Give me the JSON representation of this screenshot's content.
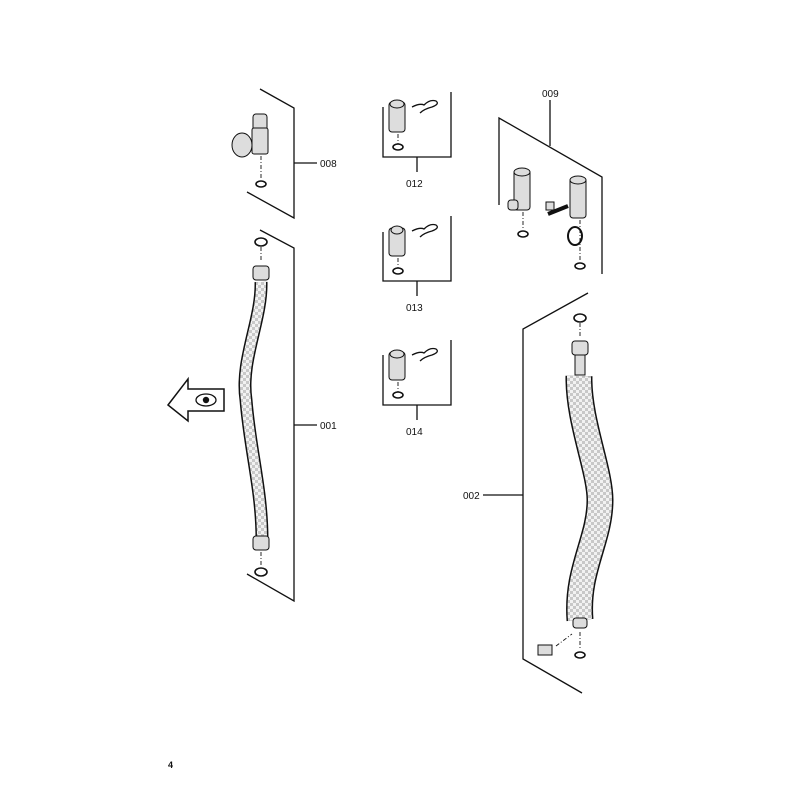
{
  "diagram": {
    "type": "exploded-parts-diagram",
    "parts": [
      {
        "id": "008",
        "label": "008",
        "description_icon": "safety-valve"
      },
      {
        "id": "012",
        "label": "012",
        "description_icon": "fitting-with-clip"
      },
      {
        "id": "013",
        "label": "013",
        "description_icon": "fitting-with-clip"
      },
      {
        "id": "014",
        "label": "014",
        "description_icon": "fitting-with-clip"
      },
      {
        "id": "009",
        "label": "009",
        "description_icon": "valve-pair"
      },
      {
        "id": "001",
        "label": "001",
        "description_icon": "flexible-hose"
      },
      {
        "id": "002",
        "label": "002",
        "description_icon": "insulated-hose"
      }
    ],
    "view_indicator_icon": "eye-arrow-left-icon"
  },
  "page": {
    "number": "4"
  },
  "colors": {
    "line": "#111111",
    "background": "#ffffff",
    "fill": "#dddddd"
  }
}
